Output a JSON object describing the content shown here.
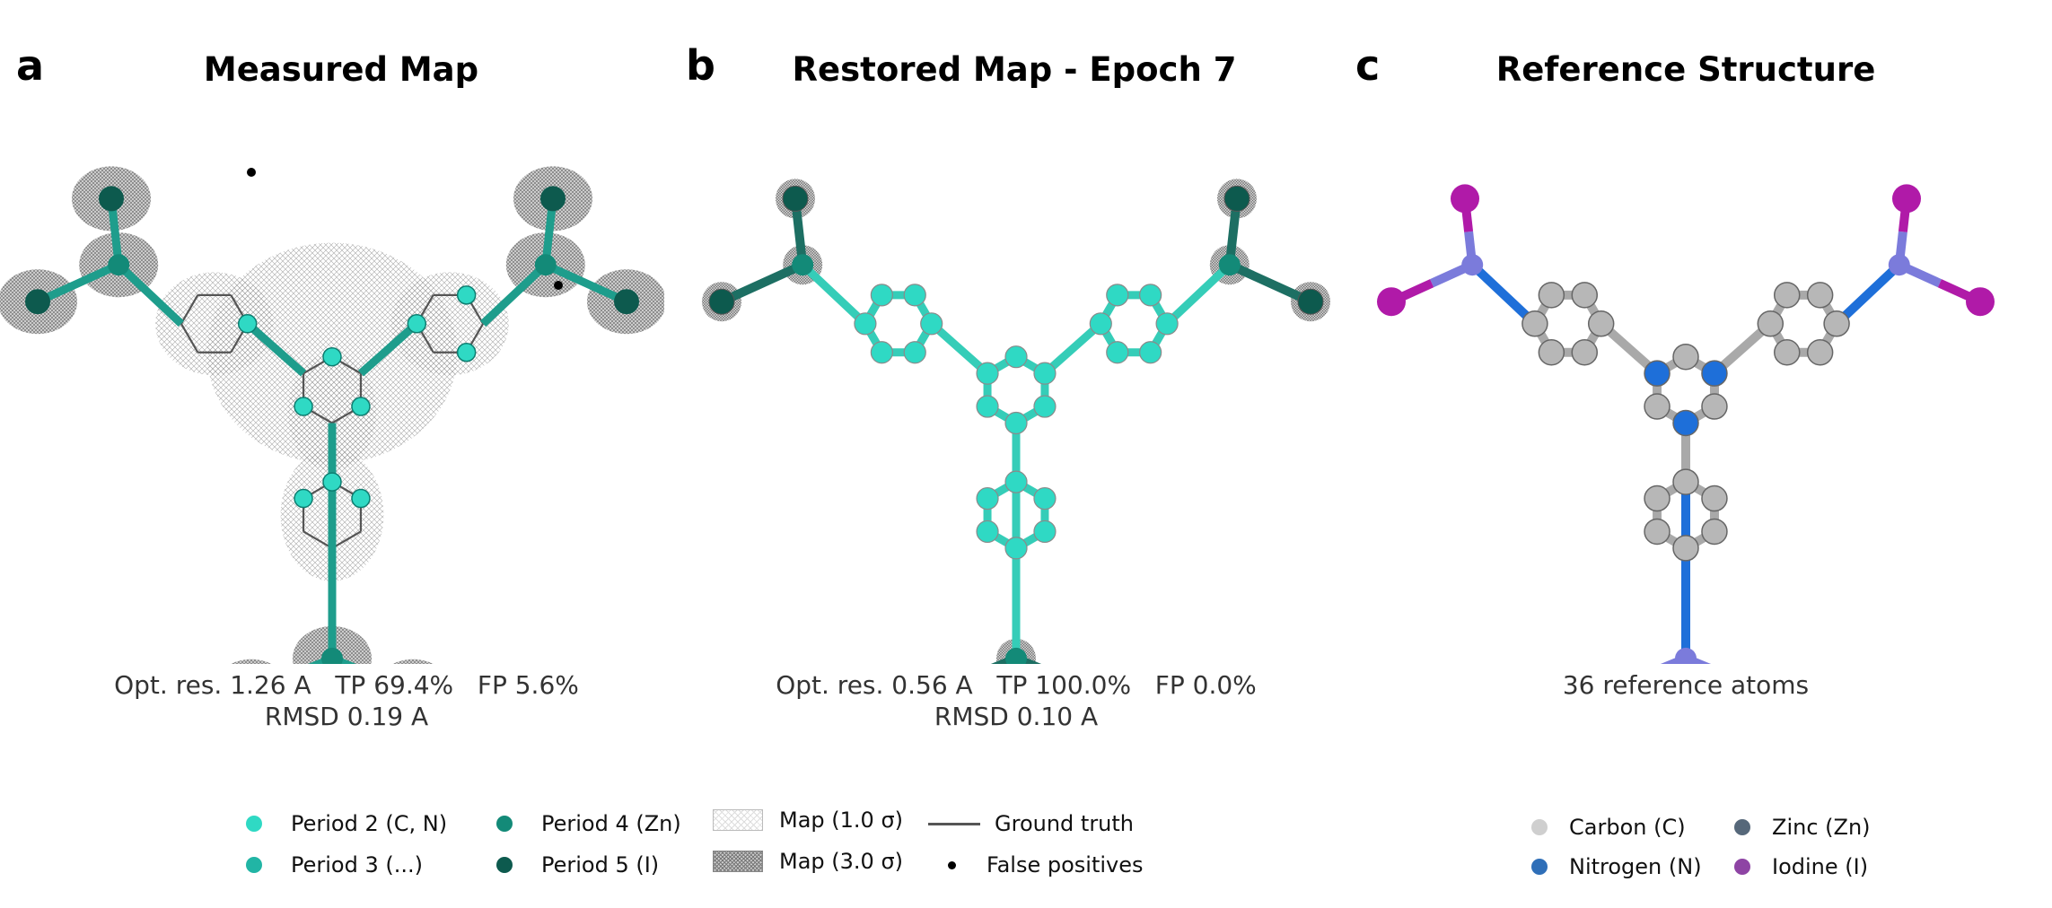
{
  "panels": [
    {
      "letter": "a",
      "title": "Measured Map",
      "stats_line1": "Opt. res. 1.26 A   TP 69.4%   FP 5.6%",
      "stats_line2": "RMSD 0.19 A"
    },
    {
      "letter": "b",
      "title": "Restored Map - Epoch 7",
      "stats_line1": "Opt. res. 0.56 A   TP 100.0%   FP 0.0%",
      "stats_line2": "RMSD 0.10 A"
    },
    {
      "letter": "c",
      "title": "Reference Structure",
      "stats_line1": "36 reference atoms",
      "stats_line2": ""
    }
  ],
  "legend_left": [
    {
      "label": "Period 2 (C, N)",
      "color": "#2fd9c4",
      "kind": "dot"
    },
    {
      "label": "Period 3 (...)",
      "color": "#21b5a5",
      "kind": "dot"
    },
    {
      "label": "Period 4 (Zn)",
      "color": "#138a78",
      "kind": "dot"
    },
    {
      "label": "Period 5 (I)",
      "color": "#0d5a4e",
      "kind": "dot"
    },
    {
      "label": "Map (1.0 σ)",
      "kind": "mesh-light"
    },
    {
      "label": "Map (3.0 σ)",
      "kind": "mesh-dark"
    },
    {
      "label": "Ground truth",
      "kind": "line"
    },
    {
      "label": "False positives",
      "kind": "smalldot"
    }
  ],
  "legend_right": [
    {
      "label": "Carbon (C)",
      "color": "#cfcfcf"
    },
    {
      "label": "Nitrogen (N)",
      "color": "#2f6fb8"
    },
    {
      "label": "Zinc (Zn)",
      "color": "#56687a"
    },
    {
      "label": "Iodine (I)",
      "color": "#8e44a4"
    }
  ],
  "colors": {
    "period2": "#2fd9c4",
    "period5": "#0d5a4e",
    "carbon": "#b7b7b7",
    "nitrogen": "#1e6fd9",
    "zinc": "#7b7bdb",
    "iodine": "#b01aa8"
  }
}
